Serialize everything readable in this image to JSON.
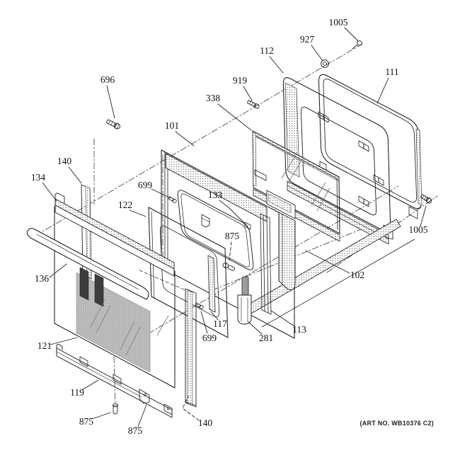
{
  "document": {
    "art_no": "(ART NO. WB10376 C2)"
  },
  "diagram_type": "exploded-parts-view",
  "labels": [
    {
      "id": "1005-top",
      "text": "1005"
    },
    {
      "id": "927",
      "text": "927"
    },
    {
      "id": "112",
      "text": "112"
    },
    {
      "id": "111",
      "text": "111"
    },
    {
      "id": "919",
      "text": "919"
    },
    {
      "id": "696",
      "text": "696"
    },
    {
      "id": "338",
      "text": "338"
    },
    {
      "id": "101",
      "text": "101"
    },
    {
      "id": "140-top",
      "text": "140"
    },
    {
      "id": "134",
      "text": "134"
    },
    {
      "id": "699-mid",
      "text": "699"
    },
    {
      "id": "133",
      "text": "133"
    },
    {
      "id": "122",
      "text": "122"
    },
    {
      "id": "1005-right",
      "text": "1005"
    },
    {
      "id": "875-mid",
      "text": "875"
    },
    {
      "id": "136",
      "text": "136"
    },
    {
      "id": "102",
      "text": "102"
    },
    {
      "id": "117",
      "text": "117"
    },
    {
      "id": "113",
      "text": "113"
    },
    {
      "id": "281",
      "text": "281"
    },
    {
      "id": "699-bottom",
      "text": "699"
    },
    {
      "id": "121",
      "text": "121"
    },
    {
      "id": "119",
      "text": "119"
    },
    {
      "id": "875-bottom-left",
      "text": "875"
    },
    {
      "id": "875-bottom-mid",
      "text": "875"
    },
    {
      "id": "140-bottom",
      "text": "140"
    }
  ]
}
